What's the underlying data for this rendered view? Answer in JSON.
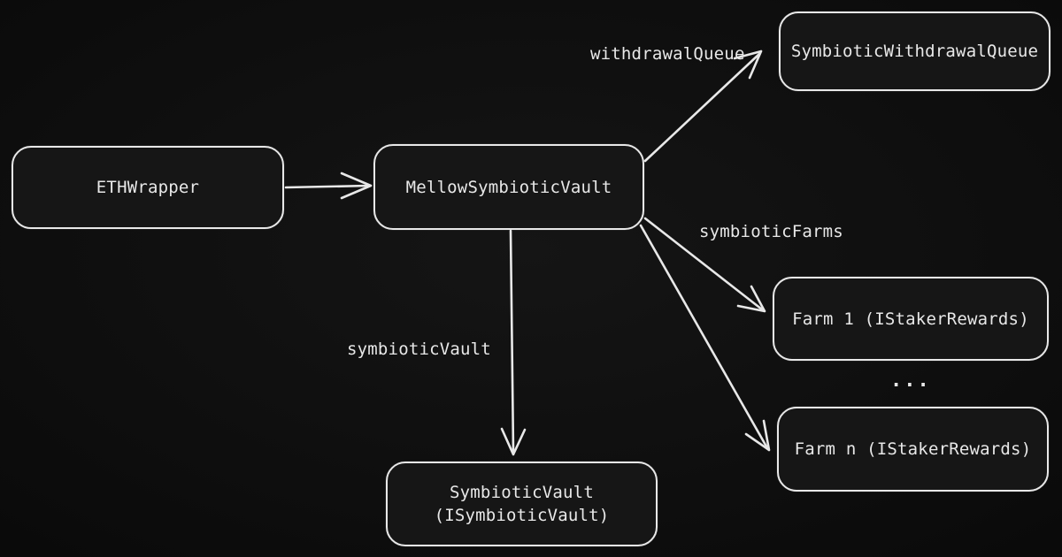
{
  "diagram": {
    "title": "Mellow Symbiotic Vault architecture diagram",
    "nodes": {
      "eth_wrapper": {
        "label": "ETHWrapper"
      },
      "mellow_vault": {
        "label": "MellowSymbioticVault"
      },
      "withdrawal_queue": {
        "label": "SymbioticWithdrawalQueue"
      },
      "farm_1": {
        "label": "Farm 1 (IStakerRewards)"
      },
      "farm_n": {
        "label": "Farm n (IStakerRewards)"
      },
      "symbiotic_vault": {
        "label_line1": "SymbioticVault",
        "label_line2": "(ISymbioticVault)"
      }
    },
    "edge_labels": {
      "withdrawal_queue": "withdrawalQueue",
      "symbiotic_farms": "symbioticFarms",
      "symbiotic_vault": "symbioticVault"
    },
    "ellipsis": "...",
    "colors": {
      "background": "#0b0b0b",
      "background_center": "#151515",
      "node_fill": "#161616",
      "stroke": "#e8e8e8",
      "text": "#e8e8e8"
    }
  }
}
